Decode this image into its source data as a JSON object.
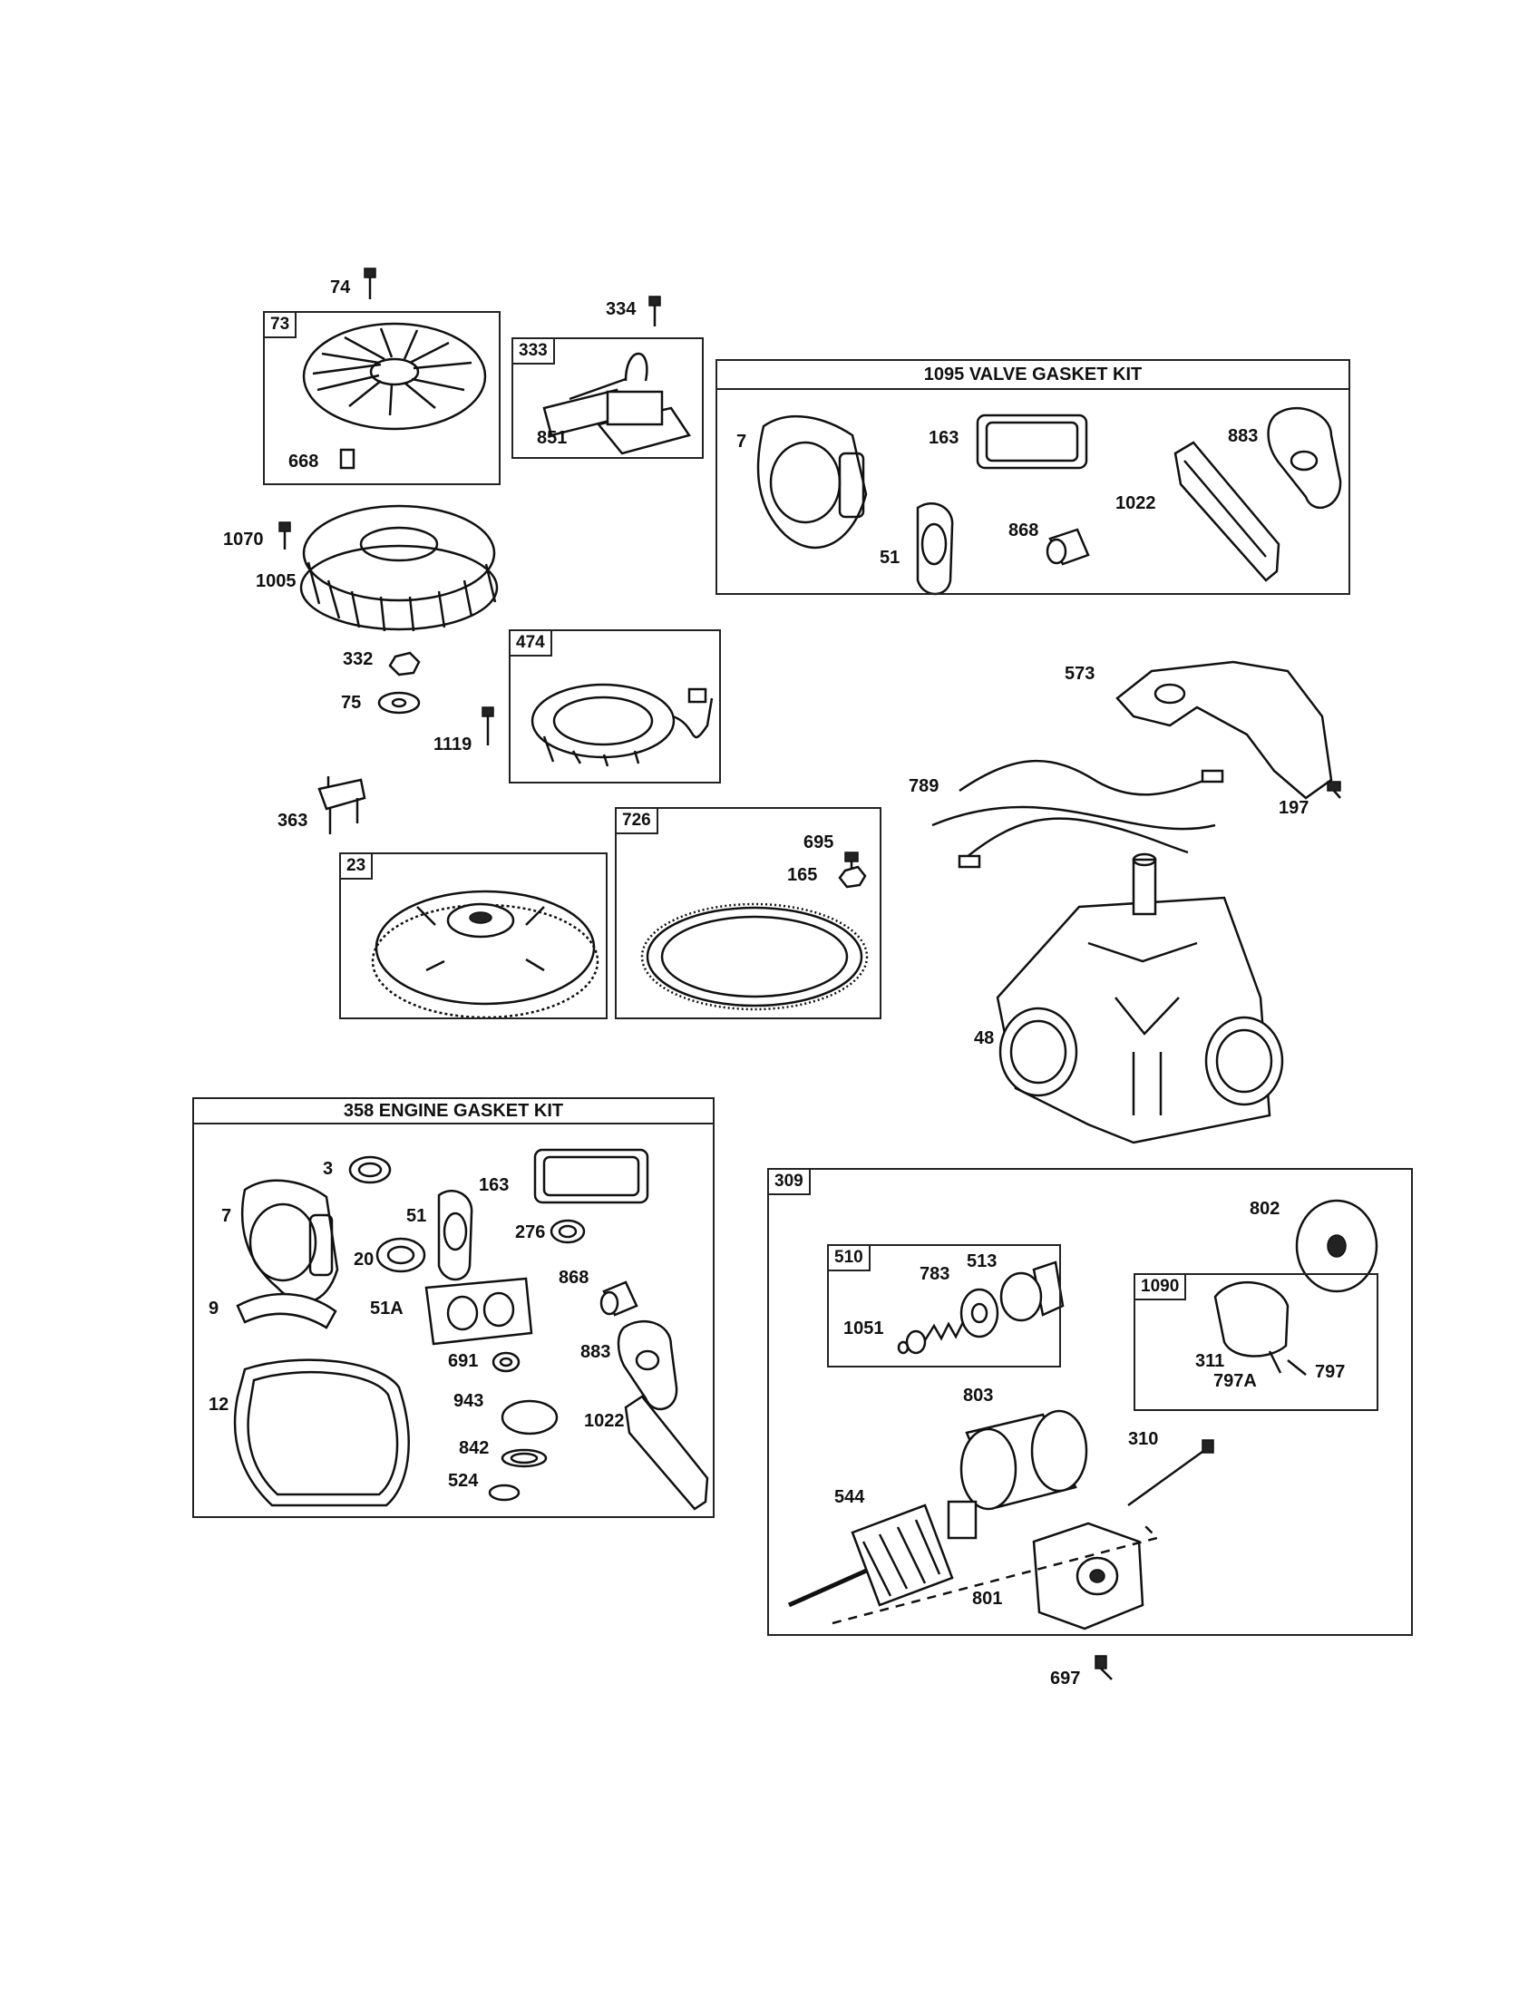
{
  "kits": {
    "valve_gasket_kit": "1095 VALVE GASKET KIT",
    "engine_gasket_kit": "358 ENGINE GASKET KIT"
  },
  "boxes": {
    "b73": "73",
    "b333": "333",
    "b474": "474",
    "b23": "23",
    "b726": "726",
    "b309": "309",
    "b510": "510",
    "b1090": "1090"
  },
  "labels": {
    "l74": "74",
    "l334": "334",
    "l851": "851",
    "l668": "668",
    "l1070": "1070",
    "l1005": "1005",
    "l332": "332",
    "l75": "75",
    "l1119": "1119",
    "l363": "363",
    "l695": "695",
    "l165": "165",
    "v7": "7",
    "v163": "163",
    "v883": "883",
    "v1022": "1022",
    "v868": "868",
    "v51": "51",
    "l573": "573",
    "l789": "789",
    "l197": "197",
    "l48": "48",
    "e3": "3",
    "e163": "163",
    "e7": "7",
    "e51": "51",
    "e276": "276",
    "e20": "20",
    "e868": "868",
    "e9": "9",
    "e51A": "51A",
    "e691": "691",
    "e883": "883",
    "e943": "943",
    "e12": "12",
    "e1022": "1022",
    "e842": "842",
    "e524": "524",
    "s802": "802",
    "s783": "783",
    "s513": "513",
    "s1051": "1051",
    "s311": "311",
    "s797A": "797A",
    "s797": "797",
    "s803": "803",
    "s310": "310",
    "s544": "544",
    "s801": "801",
    "l697": "697"
  }
}
